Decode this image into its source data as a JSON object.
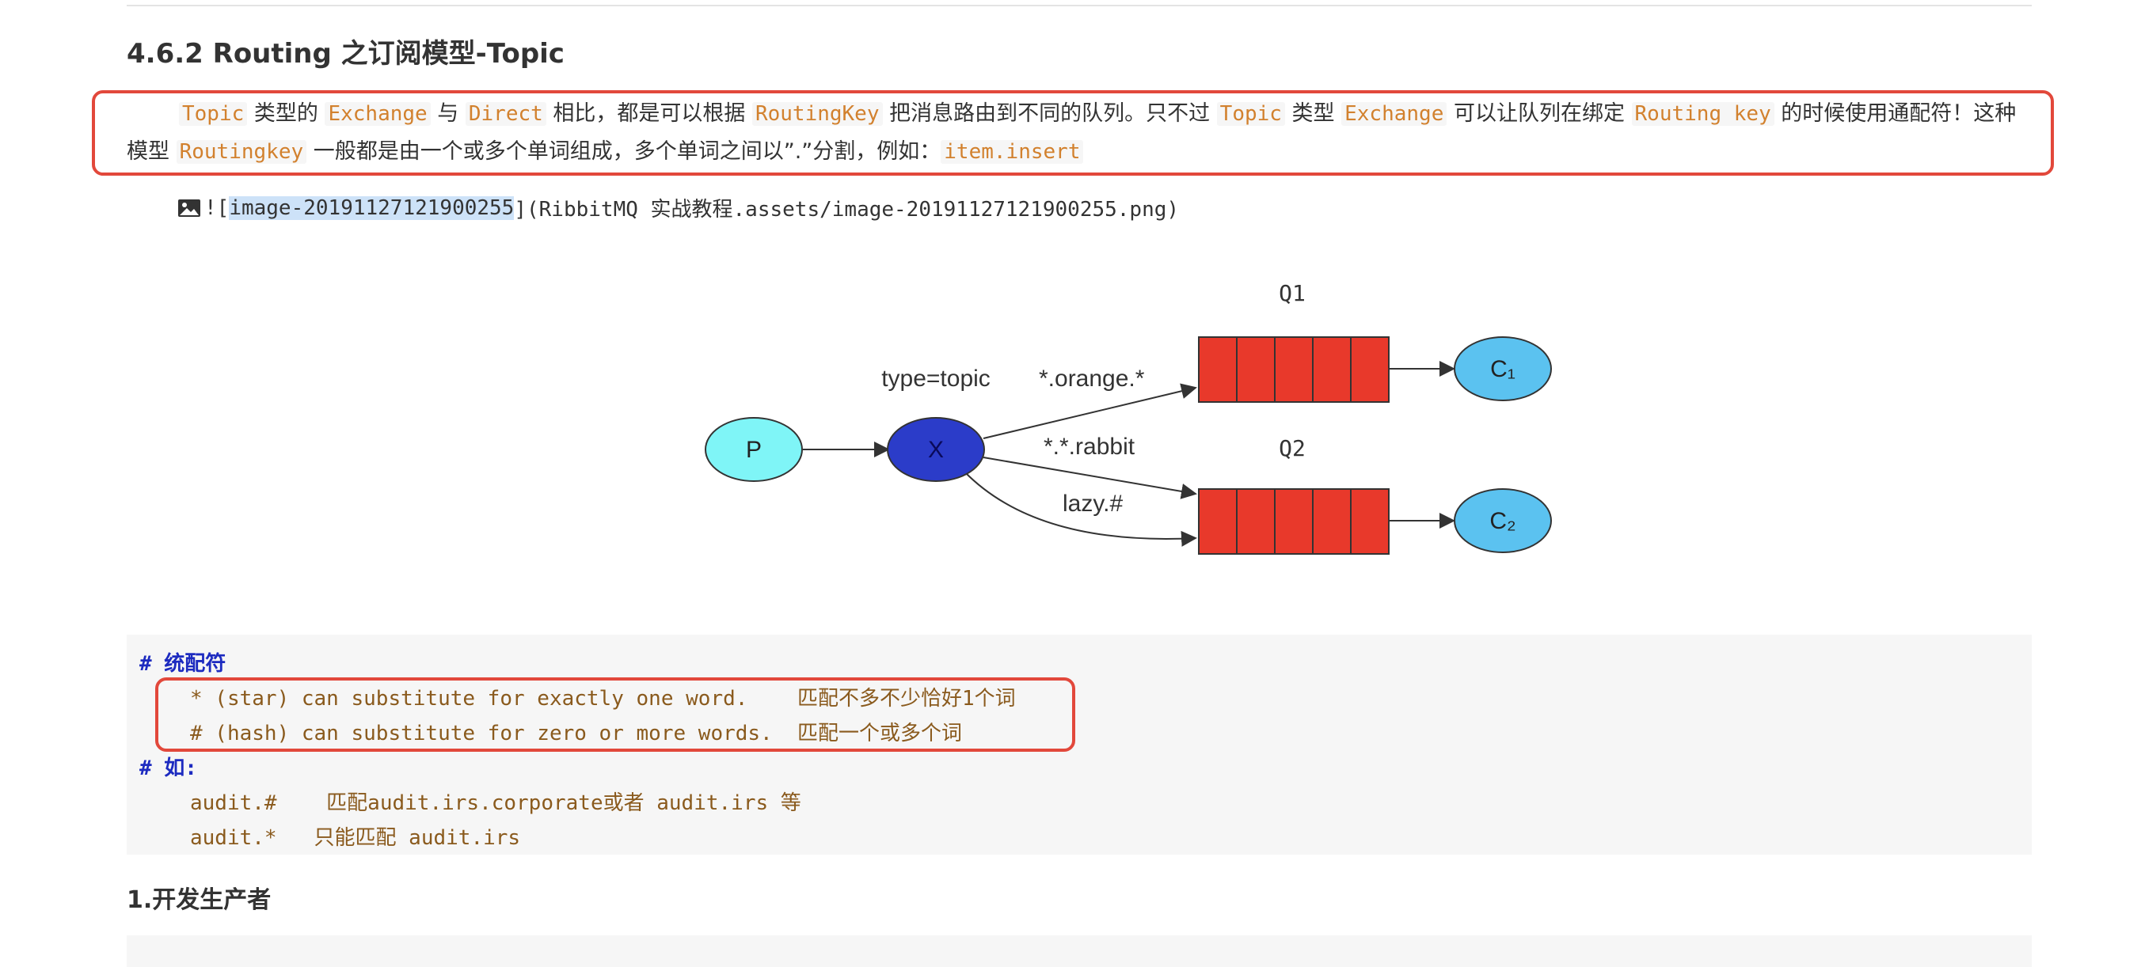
{
  "section_title": "4.6.2 Routing 之订阅模型-Topic",
  "paragraph": {
    "c1": "Topic",
    "t1": " 类型的 ",
    "c2": "Exchange",
    "t2": " 与 ",
    "c3": "Direct",
    "t3": " 相比，都是可以根据 ",
    "c4": "RoutingKey",
    "t4": " 把消息路由到不同的队列。只不过 ",
    "c5": "Topic",
    "t5": " 类型 ",
    "c6": "Exchange",
    "t6": " 可以让队列在绑定 ",
    "c7": "Routing key",
    "t7": " 的时候使用通配符！这种模型 ",
    "c8": "Routingkey",
    "t8": " 一般都是由一个或多个单词组成，多个单词之间以”.”分割，例如：",
    "c9": "item.insert"
  },
  "image_ref": {
    "prefix": "![",
    "alt": "image-20191127121900255",
    "suffix": "](RibbitMQ 实战教程.assets/image-20191127121900255.png)"
  },
  "diagram": {
    "producer": "P",
    "exchange": "X",
    "exchange_type": "type=topic",
    "queue1": "Q1",
    "queue2": "Q2",
    "binding1": "*.orange.*",
    "binding2": "*.*.rabbit",
    "binding3": "lazy.#",
    "consumer1": "C₁",
    "consumer2": "C₂",
    "colors": {
      "producer": "#7ff5f7",
      "exchange": "#2b3cc9",
      "queue": "#e8392b",
      "consumer": "#5bc2f0"
    }
  },
  "code": {
    "h1": "# 统配符",
    "l1": "* (star) can substitute for exactly one word.    匹配不多不少恰好1个词",
    "l2": "# (hash) can substitute for zero or more words.  匹配一个或多个词",
    "h2": "# 如:",
    "l3": "audit.#    匹配audit.irs.corporate或者 audit.irs 等",
    "l4": "audit.*   只能匹配 audit.irs"
  },
  "subsection_title": "1.开发生产者"
}
